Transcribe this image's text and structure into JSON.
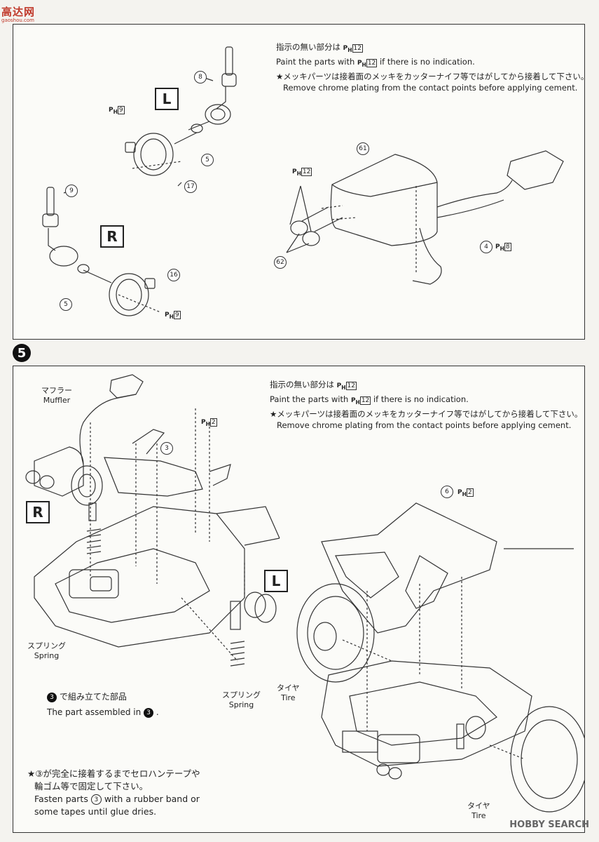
{
  "site_logo": {
    "text": "高达网",
    "sub": "gaoshou.com"
  },
  "top_panel": {
    "note_jp1": "指示の無い部分は",
    "note_en1_pre": "Paint the parts with",
    "note_en1_post": "if there is no indication.",
    "note_jp2": "★メッキパーツは接着面のメッキをカッターナイフ等ではがしてから接着して下さい。",
    "note_en2": "Remove chrome plating from the contact points before applying cement.",
    "ph_code": "12",
    "label_L": "L",
    "label_R": "R",
    "parts": {
      "p8": "8",
      "p9": "9",
      "p5a": "5",
      "p5b": "5",
      "p17": "17",
      "p16": "16",
      "p61": "61",
      "p62": "62",
      "p4": "4"
    },
    "ph9_a": "9",
    "ph9_b": "9",
    "ph12": "12",
    "ph8": "8"
  },
  "step5": {
    "number": "5",
    "note_jp1": "指示の無い部分は",
    "note_en1_pre": "Paint the parts with",
    "note_en1_post": "if there is no indication.",
    "note_jp2": "★メッキパーツは接着面のメッキをカッターナイフ等ではがしてから接着して下さい。",
    "note_en2": "Remove chrome plating from the contact points before applying cement.",
    "ph_code": "12",
    "muffler_jp": "マフラー",
    "muffler_en": "Muffler",
    "spring1_jp": "スプリング",
    "spring1_en": "Spring",
    "spring2_jp": "スプリング",
    "spring2_en": "Spring",
    "assembled_jp": "で組み立てた部品",
    "assembled_en": "The part assembled in",
    "assembled_ref": "3",
    "tire1_jp": "タイヤ",
    "tire1_en": "Tire",
    "tire2_jp": "タイヤ",
    "tire2_en": "Tire",
    "label_R": "R",
    "label_L": "L",
    "part3": "3",
    "ph2_a": "2",
    "part6": "6",
    "ph2_b": "2",
    "fasten_jp1": "★③が完全に接着するまでセロハンテープや",
    "fasten_jp2": "輪ゴム等で固定して下さい。",
    "fasten_en1_pre": "Fasten parts",
    "fasten_en1_post": "with a rubber band or",
    "fasten_en2": "some tapes until glue dries.",
    "fasten_ref": "3"
  },
  "watermark": "HOBBY SEARCH"
}
